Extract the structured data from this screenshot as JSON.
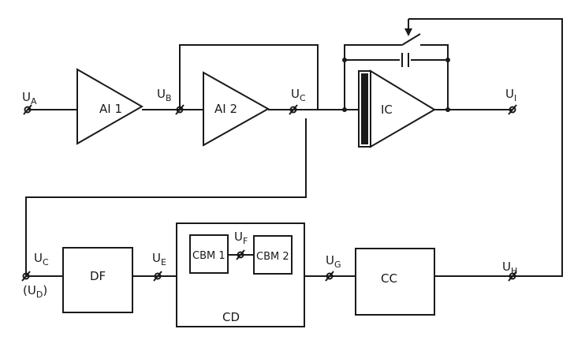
{
  "blocks": {
    "ai1": "AI 1",
    "ai2": "AI 2",
    "ic": "IC",
    "df": "DF",
    "cd": "CD",
    "cbm1": "CBM 1",
    "cbm2": "CBM 2",
    "cc": "CC"
  },
  "signals": {
    "a": {
      "main": "U",
      "sub": "A"
    },
    "b": {
      "main": "U",
      "sub": "B"
    },
    "c_top": {
      "main": "U",
      "sub": "C"
    },
    "i": {
      "main": "U",
      "sub": "I"
    },
    "c_bottom": {
      "main": "U",
      "sub": "C"
    },
    "d": {
      "open": "(U",
      "sub": "D",
      "close": ")"
    },
    "e": {
      "main": "U",
      "sub": "E"
    },
    "f": {
      "main": "U",
      "sub": "F"
    },
    "g": {
      "main": "U",
      "sub": "G"
    },
    "h": {
      "main": "U",
      "sub": "H"
    }
  },
  "colors": {
    "ink": "#1a1a1a",
    "background": "#ffffff"
  }
}
